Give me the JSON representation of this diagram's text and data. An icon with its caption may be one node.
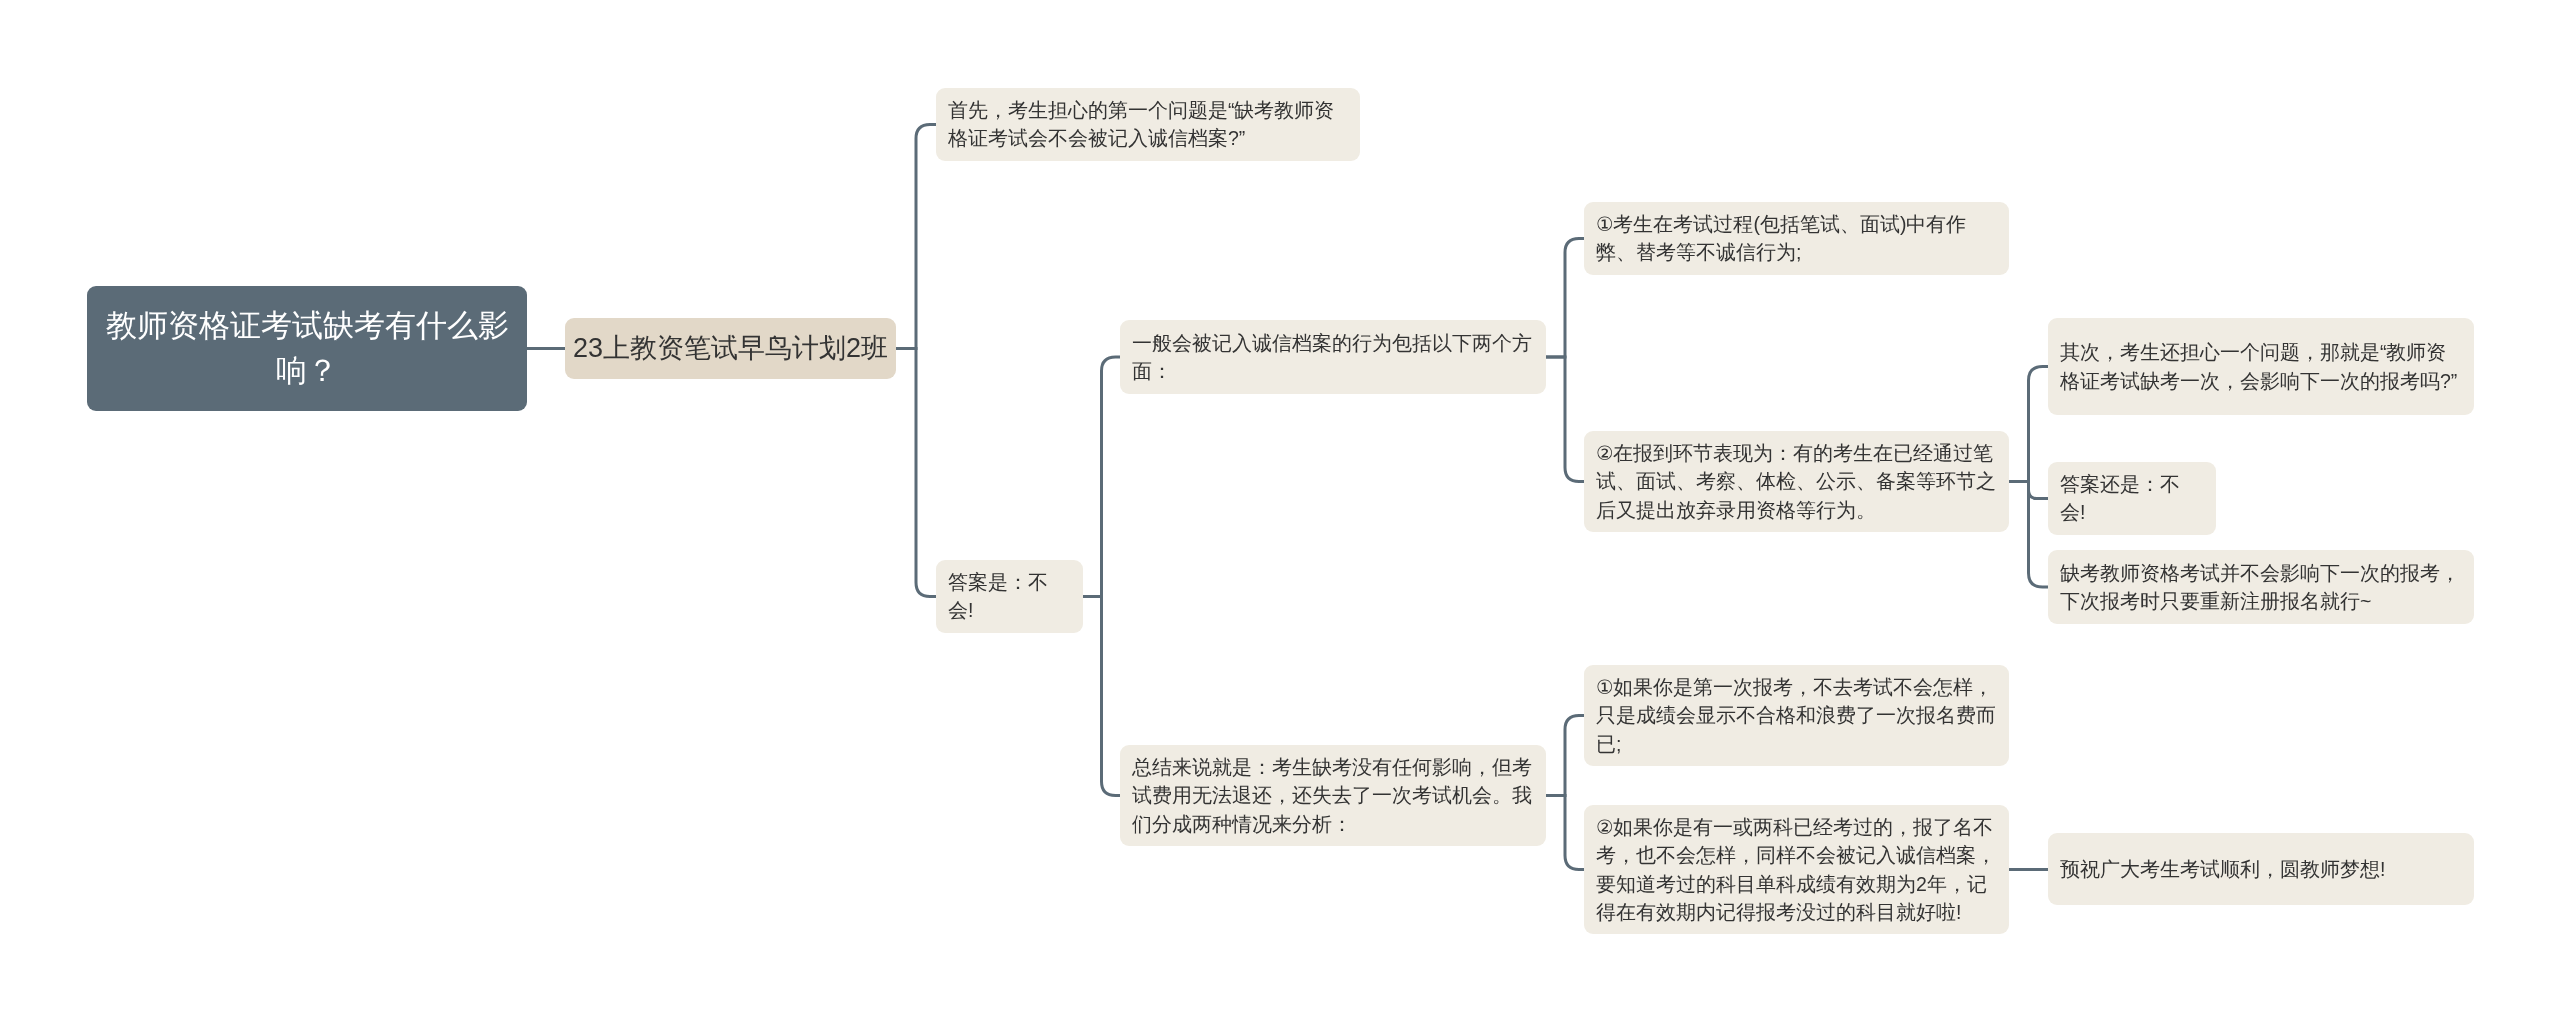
{
  "diagram": {
    "nodes": [
      {
        "text": [
          "教师资格证考试缺考有什么影响？"
        ]
      },
      {
        "text": [
          "23上教资笔试早鸟计划2班"
        ]
      },
      {
        "text": [
          "首先，考生担心的第一个问题是“缺考教师资格证考试会不会被记入诚信档案?”"
        ]
      },
      {
        "text": [
          "答案是：不会!"
        ]
      },
      {
        "text": [
          "一般会被记入诚信档案的行为包括以下两个方面："
        ]
      },
      {
        "text": [
          "总结来说就是：考生缺考没有任何影响，但考试费用无法退还，还失去了一次考试机会。我们分成两种情况来分析："
        ]
      },
      {
        "text": [
          "①考生在考试过程(包括笔试、面试)中有作弊、替考等不诚信行为;"
        ]
      },
      {
        "text": [
          "②在报到环节表现为：有的考生在已经通过笔试、面试、考察、体检、公示、备案等环节之后又提出放弃录用资格等行为。"
        ]
      },
      {
        "text": [
          "其次，考生还担心一个问题，那就是“教师资格证考试缺考一次，会影响下一次的报考吗?”"
        ]
      },
      {
        "text": [
          "答案还是：不会!"
        ]
      },
      {
        "text": [
          "缺考教师资格考试并不会影响下一次的报考，下次报考时只要重新注册报名就行~"
        ]
      },
      {
        "text": [
          "①如果你是第一次报考，不去考试不会怎样，只是成绩会显示不合格和浪费了一次报名费而已;"
        ]
      },
      {
        "text": [
          "②如果你是有一或两科已经考过的，报了名不考，也不会怎样，同样不会被记入诚信档案，要知道考过的科目单科成绩有效期为2年，记得在有效期内记得报考没过的科目就好啦!"
        ]
      },
      {
        "text": [
          "预祝广大考生考试顺利，圆教师梦想!"
        ]
      }
    ],
    "edges": [
      {
        "from": 0,
        "to": 1,
        "arrow": "none"
      },
      {
        "from": 1,
        "to": 2,
        "arrow": "none"
      },
      {
        "from": 1,
        "to": 3,
        "arrow": "none"
      },
      {
        "from": 3,
        "to": 4,
        "arrow": "none"
      },
      {
        "from": 3,
        "to": 5,
        "arrow": "none"
      },
      {
        "from": 4,
        "to": 6,
        "arrow": "none"
      },
      {
        "from": 4,
        "to": 7,
        "arrow": "none"
      },
      {
        "from": 7,
        "to": 8,
        "arrow": "none"
      },
      {
        "from": 7,
        "to": 9,
        "arrow": "none"
      },
      {
        "from": 7,
        "to": 10,
        "arrow": "none"
      },
      {
        "from": 5,
        "to": 11,
        "arrow": "none"
      },
      {
        "from": 5,
        "to": 12,
        "arrow": "none"
      },
      {
        "from": 12,
        "to": 13,
        "arrow": "none"
      }
    ]
  }
}
